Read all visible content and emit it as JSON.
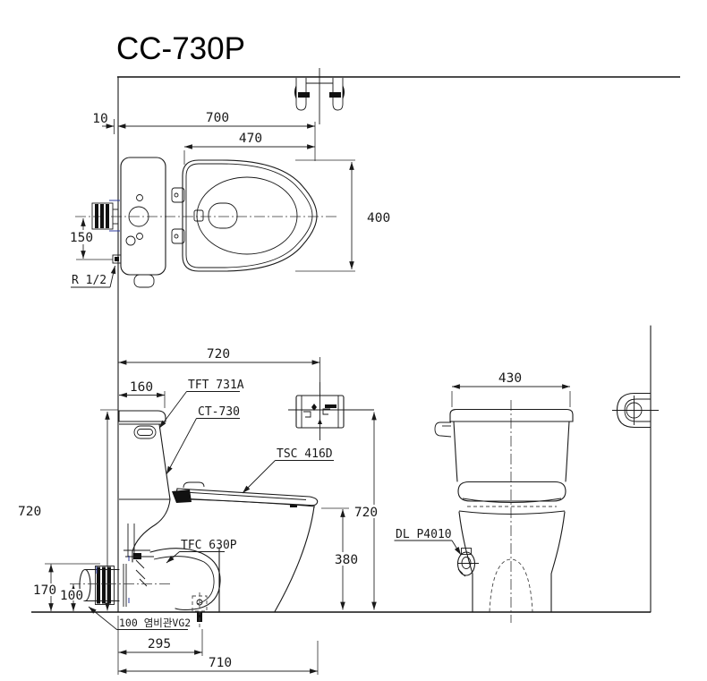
{
  "title": "CC-730P",
  "colors": {
    "line": "#1a1a1a",
    "accent_blue": "#2b3a9e"
  },
  "top_view": {
    "dim_gap": "10",
    "dim_depth": "700",
    "dim_seat_depth": "470",
    "dim_width": "400",
    "dim_supply_offset": "150",
    "label_supply": "R 1/2"
  },
  "side_view": {
    "dim_depth_to_outlet": "720",
    "dim_tank_depth": "160",
    "dim_height": "720",
    "dim_outlet_center_height": "720",
    "dim_seat_height": "380",
    "dim_inlet_top": "170",
    "dim_inlet_center": "100",
    "dim_bolt_offset": "295",
    "dim_total_depth": "710",
    "label_fill_valve": "TFT 731A",
    "label_body": "CT-730",
    "label_seat": "TSC 416D",
    "label_connector": "TFC 630P",
    "label_pipe": "100 염비관VG2"
  },
  "front_view": {
    "dim_tank_width": "430",
    "label_drain_socket": "DL P4010"
  }
}
